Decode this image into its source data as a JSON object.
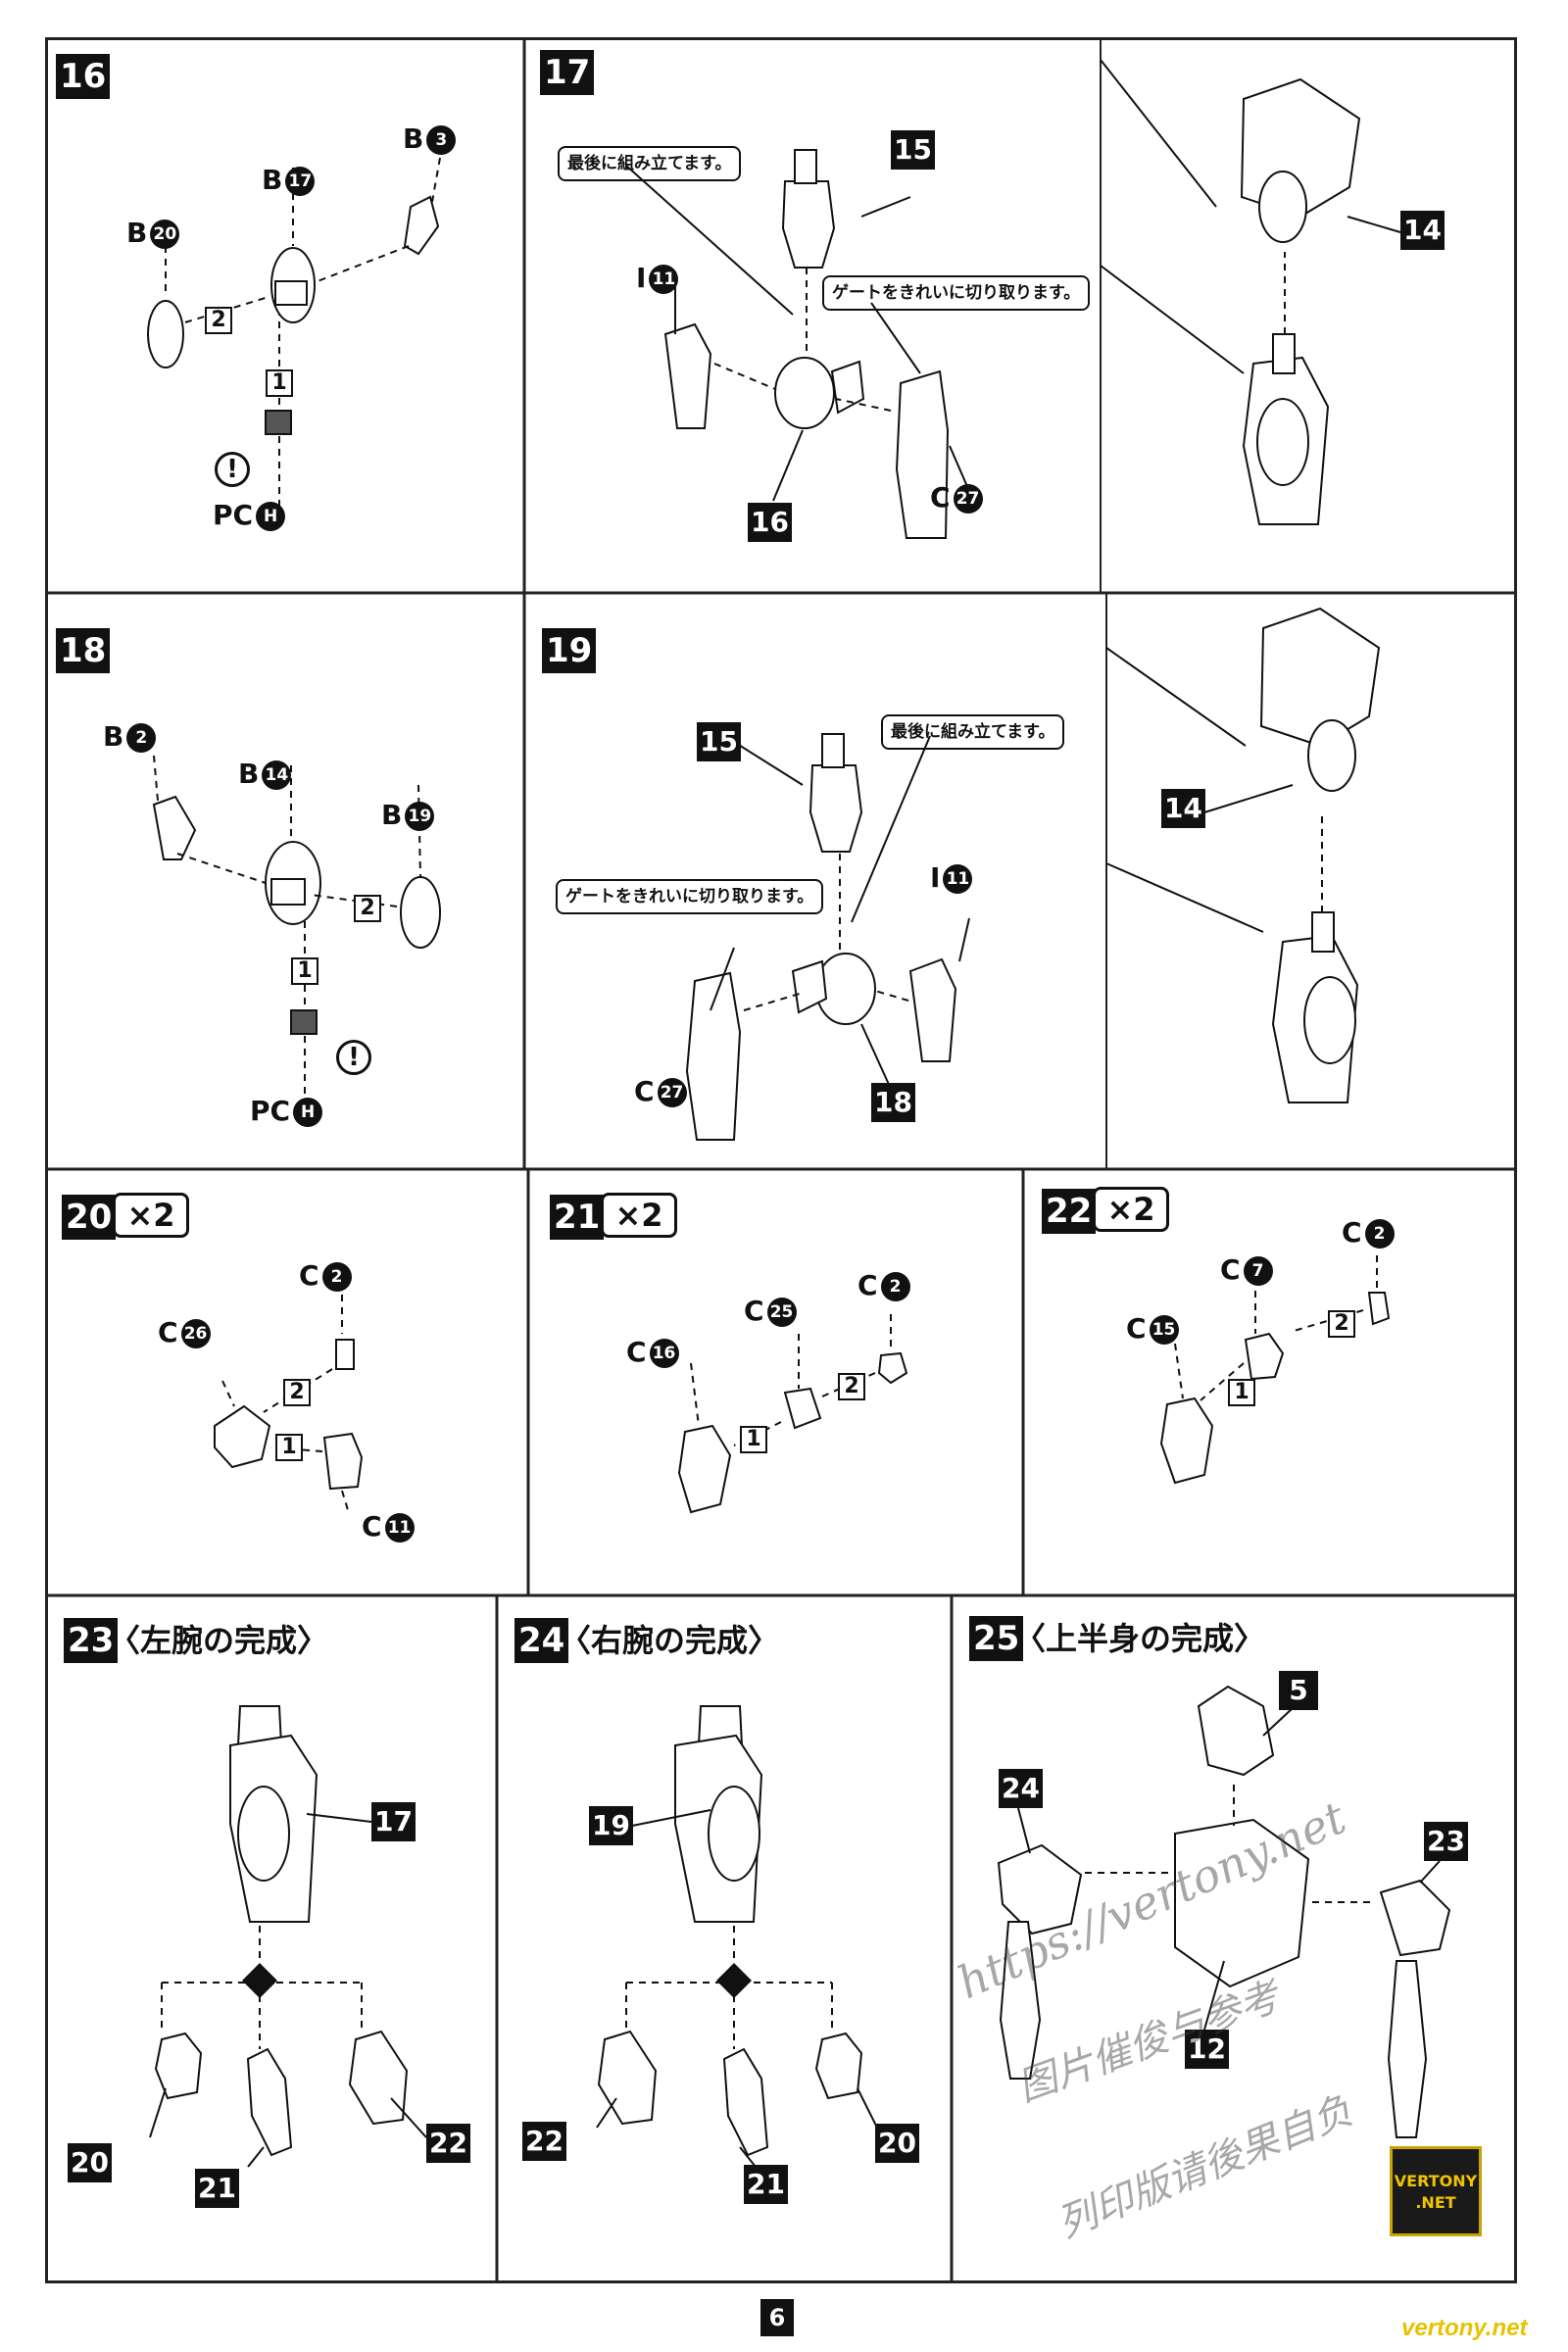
{
  "page_number": "6",
  "steps": {
    "s16": {
      "num": "16"
    },
    "s17": {
      "num": "17",
      "callout_last": "最後に組み立てます。",
      "callout_gate": "ゲートをきれいに切り取ります。",
      "ref15": "15",
      "ref16": "16",
      "ref14": "14"
    },
    "s18": {
      "num": "18"
    },
    "s19": {
      "num": "19",
      "callout_last": "最後に組み立てます。",
      "callout_gate": "ゲートをきれいに切り取ります。",
      "ref15": "15",
      "ref18": "18",
      "ref14": "14"
    },
    "s20": {
      "num": "20",
      "mult": "×2"
    },
    "s21": {
      "num": "21",
      "mult": "×2"
    },
    "s22": {
      "num": "22",
      "mult": "×2"
    },
    "s23": {
      "num": "23",
      "title": "〈左腕の完成〉",
      "ref17": "17",
      "hands": [
        "20",
        "21",
        "22"
      ]
    },
    "s24": {
      "num": "24",
      "title": "〈右腕の完成〉",
      "ref19": "19",
      "hands": [
        "22",
        "21",
        "20"
      ]
    },
    "s25": {
      "num": "25",
      "title": "〈上半身の完成〉",
      "ref5": "5",
      "ref24": "24",
      "ref23": "23",
      "ref12": "12"
    }
  },
  "parts": {
    "B": "B",
    "C": "C",
    "I": "I",
    "PC": "PC",
    "H": "H",
    "n2": "2",
    "n3": "3",
    "n7": "7",
    "n11": "11",
    "n14": "14",
    "n15": "15",
    "n16": "16",
    "n17": "17",
    "n19": "19",
    "n20": "20",
    "n25": "25",
    "n26": "26",
    "n27": "27"
  },
  "order": {
    "one": "1",
    "two": "2"
  },
  "warning_symbol": "!",
  "watermark": {
    "url": "https://vertony.net",
    "line1": "图片催俊与参考",
    "line2": "列印版请後果自负",
    "footer_url": "vertony.net",
    "logo_line1": "VERTONY",
    "logo_line2": ".NET"
  },
  "colors": {
    "ink": "#111111",
    "logo_gold": "#f0c400"
  }
}
